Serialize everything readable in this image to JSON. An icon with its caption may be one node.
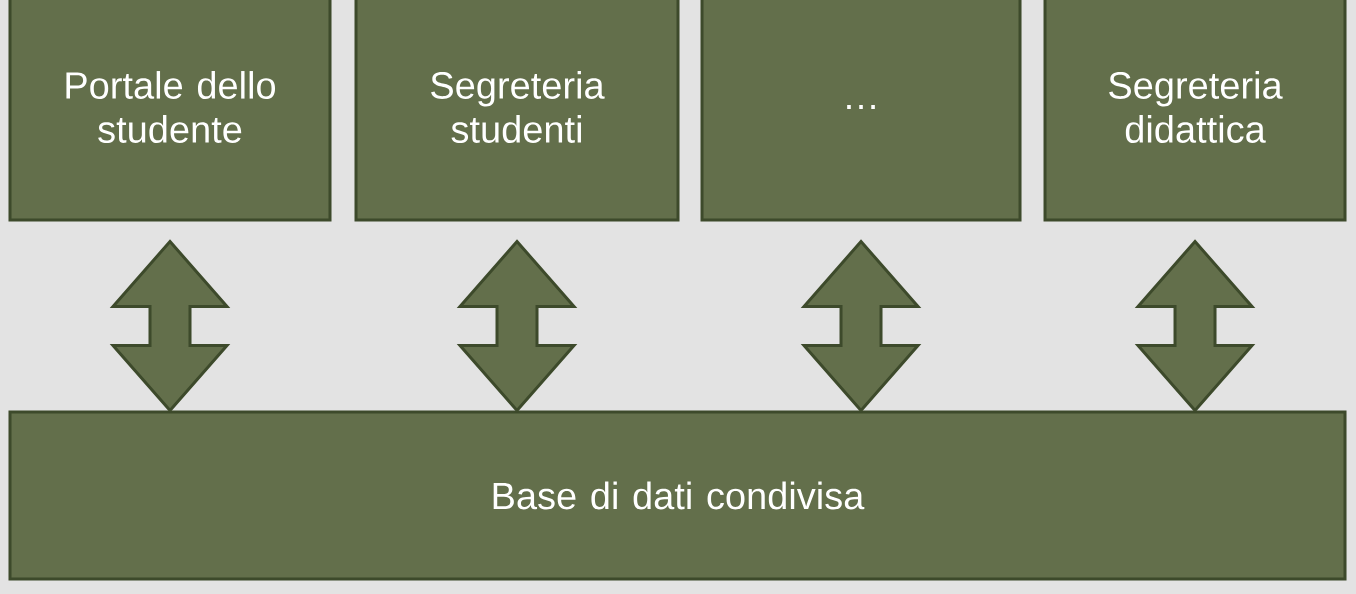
{
  "diagram": {
    "nodes": [
      {
        "text": [
          "Portale dello studente"
        ]
      },
      {
        "text": [
          "Segreteria studenti"
        ]
      },
      {
        "text": [
          "…"
        ]
      },
      {
        "text": [
          "Segreteria didattica"
        ]
      },
      {
        "text": [
          "Base di dati condivisa"
        ]
      }
    ],
    "edges": [
      {
        "from": 0,
        "to": 4,
        "arrow": "both"
      },
      {
        "from": 1,
        "to": 4,
        "arrow": "both"
      },
      {
        "from": 2,
        "to": 4,
        "arrow": "both"
      },
      {
        "from": 3,
        "to": 4,
        "arrow": "both"
      }
    ]
  }
}
